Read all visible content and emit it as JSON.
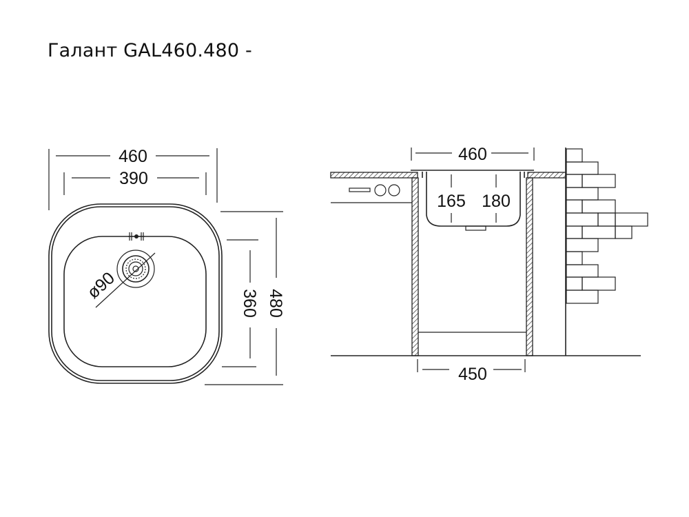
{
  "title": "Галант GAL460.480 -",
  "top_view": {
    "width_outer": "460",
    "width_inner": "390",
    "depth_outer": "480",
    "depth_inner": "360",
    "drain_diameter": "ø90"
  },
  "side_view": {
    "width_flange": "460",
    "bowl_depth_1": "165",
    "bowl_depth_2": "180",
    "cabinet_width": "450"
  },
  "colors": {
    "line": "#222222",
    "background": "#ffffff"
  }
}
